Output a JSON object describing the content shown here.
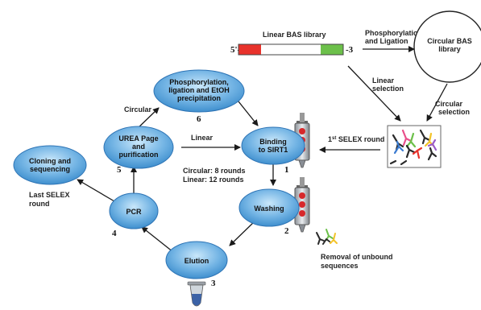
{
  "colors": {
    "node_fill_light": "#bfe0f5",
    "node_fill_dark": "#3f8fce",
    "red_segment": "#e8322b",
    "green_segment": "#6cc04a",
    "arrow": "#1a1a1a"
  },
  "library": {
    "title": "Linear BAS library",
    "five_prime": "5'-",
    "three_prime": "-3",
    "phos_lig_line1": "Phosphorylation",
    "phos_lig_line2": "and Ligation",
    "circular_lib_line1": "Circular BAS",
    "circular_lib_line2": "library",
    "linear_sel_line1": "Linear",
    "linear_sel_line2": "selection",
    "circular_sel_line1": "Circular",
    "circular_sel_line2": "selection"
  },
  "first_round": {
    "prefix": "1",
    "sup": "st",
    "suffix": " SELEX round"
  },
  "nodes": {
    "phos": {
      "line1": "Phosphorylation,",
      "line2": "ligation and EtOH",
      "line3": "precipitation",
      "step": "6"
    },
    "urea": {
      "line1": "UREA Page",
      "line2": "and",
      "line3": "purification",
      "step": "5"
    },
    "binding": {
      "line1": "Binding",
      "line2": "to SIRT1",
      "step": "1"
    },
    "washing": {
      "label": "Washing",
      "step": "2"
    },
    "elution": {
      "label": "Elution",
      "step": "3"
    },
    "pcr": {
      "label": "PCR",
      "step": "4"
    },
    "cloning": {
      "line1": "Cloning and",
      "line2": "sequencing"
    }
  },
  "edge_labels": {
    "circular": "Circular",
    "linear": "Linear",
    "rounds_circular": "Circular: 8 rounds",
    "rounds_linear": "Linear: 12 rounds",
    "last_round_line1": "Last SELEX",
    "last_round_line2": "round",
    "removal_line1": "Removal of unbound",
    "removal_line2": "sequences"
  }
}
